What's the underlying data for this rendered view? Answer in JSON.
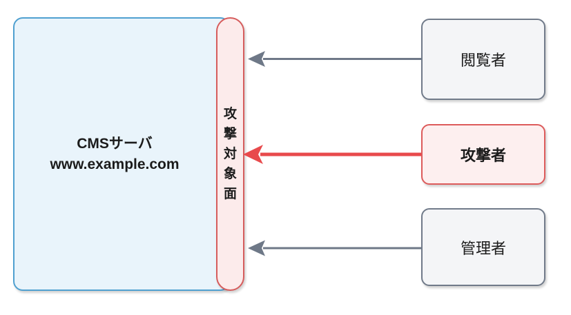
{
  "diagram": {
    "server": {
      "title": "CMSサーバ",
      "subtitle": "www.example.com"
    },
    "attack_surface": {
      "label": "攻撃対象面",
      "chars": [
        "攻",
        "撃",
        "対",
        "象",
        "面"
      ]
    },
    "actors": [
      {
        "id": "viewer",
        "label": "閲覧者",
        "type": "normal"
      },
      {
        "id": "attacker",
        "label": "攻撃者",
        "type": "attack"
      },
      {
        "id": "admin",
        "label": "管理者",
        "type": "normal"
      }
    ],
    "colors": {
      "server_fill": "#e9f4fb",
      "server_border": "#4fa0d0",
      "surface_fill": "#fcebeb",
      "surface_border": "#d65c5c",
      "attacker_fill": "#fdefef",
      "attacker_border": "#dd5a5a",
      "attack_arrow": "#e84a4c",
      "normal_fill": "#f4f5f7",
      "normal_border": "#707a89",
      "normal_arrow": "#6e7887",
      "text": "#1b1b1b"
    }
  }
}
